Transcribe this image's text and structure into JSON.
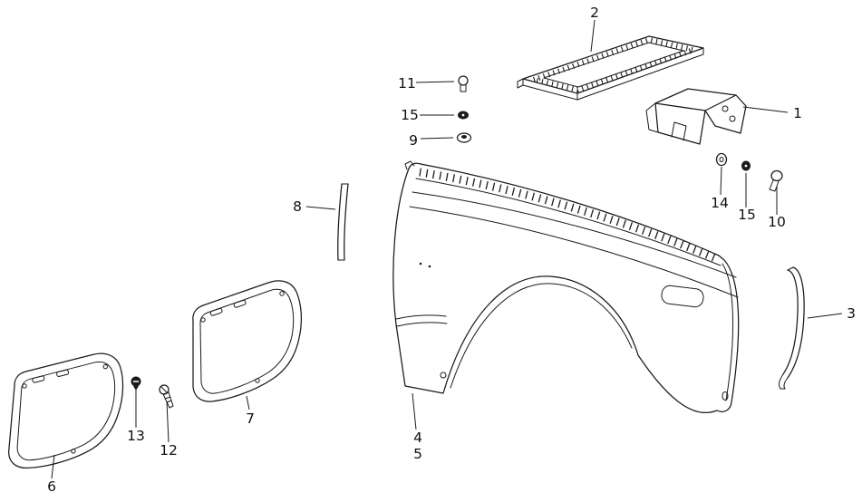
{
  "colors": {
    "background": "#ffffff",
    "line": "#1a1a1a",
    "label": "#111111"
  },
  "callouts": {
    "c1": "1",
    "c2": "2",
    "c3": "3",
    "c4": "4",
    "c5": "5",
    "c6": "6",
    "c7": "7",
    "c8": "8",
    "c9": "9",
    "c10": "10",
    "c11": "11",
    "c12": "12",
    "c13": "13",
    "c14": "14",
    "c15a": "15",
    "c15b": "15"
  }
}
